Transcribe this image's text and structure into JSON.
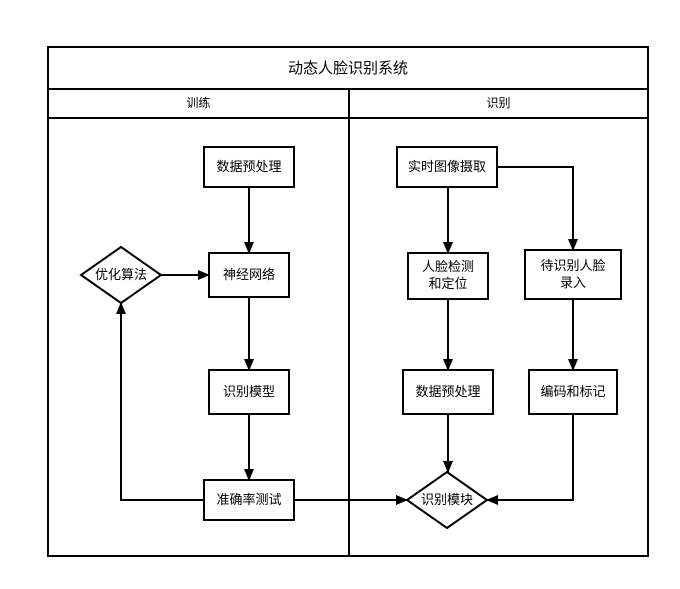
{
  "diagram": {
    "title": "动态人脸识别系统",
    "lanes": {
      "training": "训练",
      "recognition": "识别"
    },
    "nodes": {
      "preprocess_train": "数据预处理",
      "neural_network": "神经网络",
      "optimize": "优化算法",
      "recognition_model": "识别模型",
      "accuracy_test": "准确率测试",
      "capture": "实时图像摄取",
      "face_detect_line1": "人脸检测",
      "face_detect_line2": "和定位",
      "enroll_line1": "待识别人脸",
      "enroll_line2": "录入",
      "preprocess_recog": "数据预处理",
      "encode_mark": "编码和标记",
      "recognition_module": "识别模块"
    }
  }
}
